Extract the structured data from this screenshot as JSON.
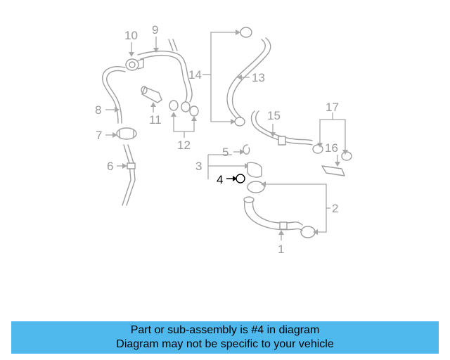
{
  "callouts": {
    "c1": "1",
    "c2": "2",
    "c3": "3",
    "c4": "4",
    "c5": "5",
    "c6": "6",
    "c7": "7",
    "c8": "8",
    "c9": "9",
    "c10": "10",
    "c11": "11",
    "c12": "12",
    "c13": "13",
    "c14": "14",
    "c15": "15",
    "c16": "16",
    "c17": "17"
  },
  "highlighted_part": "4",
  "colors": {
    "caption_bar": "#4fb9ee",
    "diagram_lines": "#9e9e9e",
    "highlight": "#000000"
  },
  "caption": {
    "line1": "Part or sub-assembly is #4 in diagram",
    "line2": "Diagram may not be specific to your vehicle"
  }
}
